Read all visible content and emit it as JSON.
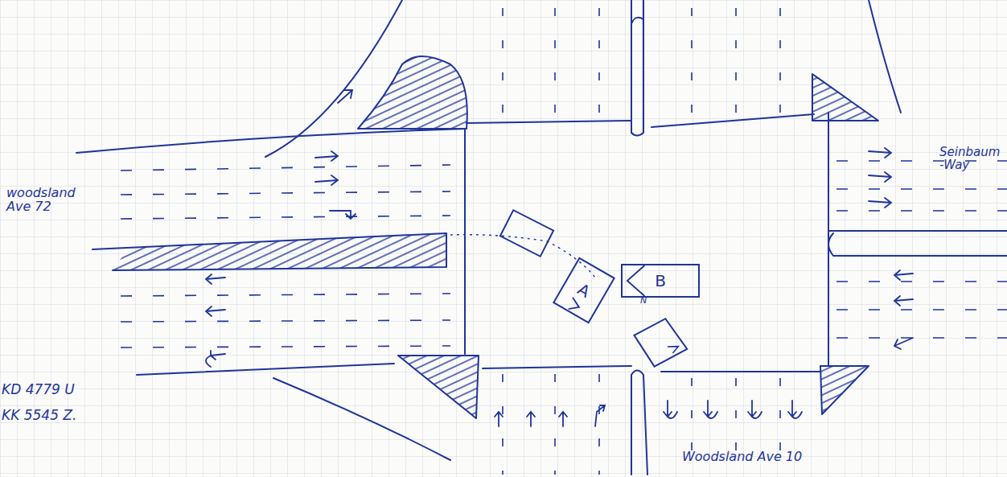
{
  "diagram": {
    "nodes": [
      {
        "text": [
          "A"
        ]
      },
      {
        "text": [
          "B"
        ]
      }
    ],
    "labels": [
      "woodsland Ave 72",
      "Seinbaum -Way",
      "Woodsland Ave 10",
      "KD 4779 U",
      "KK 5545 Z.",
      "N"
    ]
  }
}
